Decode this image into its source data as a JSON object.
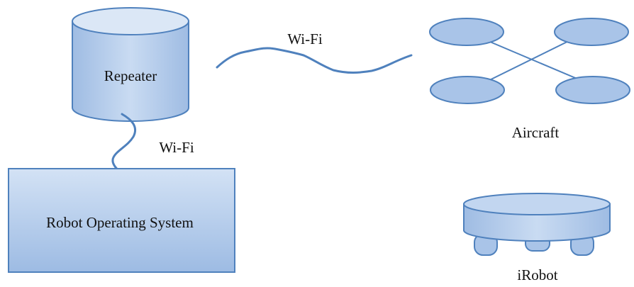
{
  "diagram": {
    "nodes": {
      "repeater": {
        "label": "Repeater",
        "shape": "cylinder"
      },
      "ros": {
        "label": "Robot Operating System",
        "shape": "rectangle"
      },
      "aircraft": {
        "label": "Aircraft",
        "shape": "quadcopter"
      },
      "irobot": {
        "label": "iRobot",
        "shape": "round-robot"
      }
    },
    "links": [
      {
        "from": "repeater",
        "to": "aircraft",
        "label": "Wi-Fi"
      },
      {
        "from": "repeater",
        "to": "ros",
        "label": "Wi-Fi"
      }
    ]
  },
  "colors": {
    "fill_light": "#c6d9f1",
    "fill_mid": "#a7c2e6",
    "fill_dark": "#8eb0dc",
    "stroke": "#4f81bd",
    "text": "#111111"
  }
}
